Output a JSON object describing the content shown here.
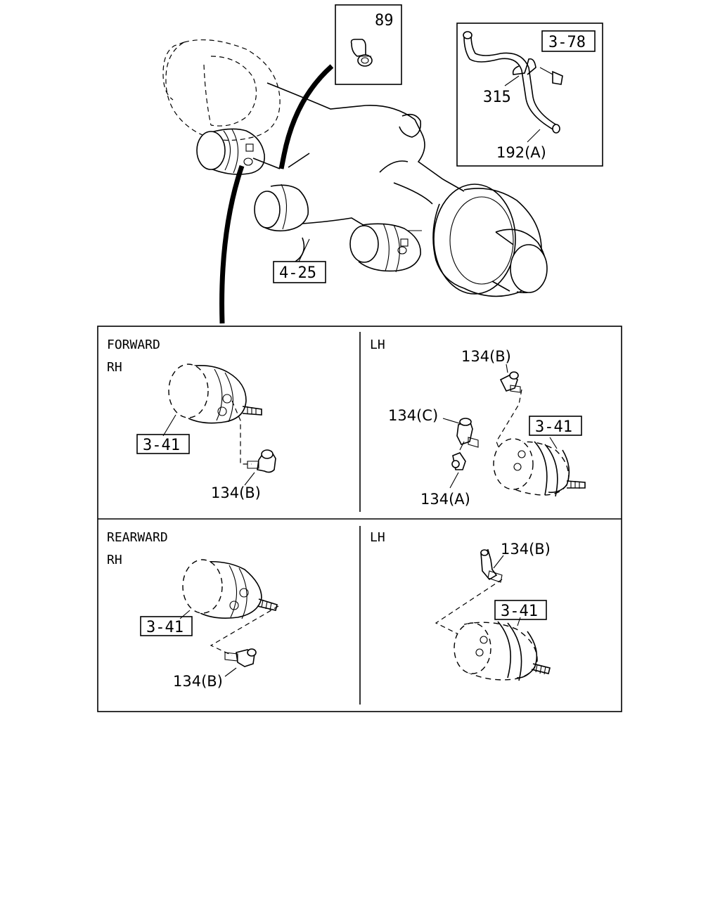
{
  "labels": {
    "top_axle": {
      "part_89": "89",
      "ref_3_78": "3-78",
      "part_315": "315",
      "part_192a": "192(A)",
      "ref_4_25": "4-25"
    },
    "forward_rh": {
      "heading": "FORWARD",
      "side": "RH",
      "ref": "3-41",
      "part": "134(B)"
    },
    "forward_lh": {
      "side": "LH",
      "part_b": "134(B)",
      "part_c": "134(C)",
      "part_a": "134(A)",
      "ref": "3-41"
    },
    "rearward_rh": {
      "heading": "REARWARD",
      "side": "RH",
      "ref": "3-41",
      "part": "134(B)"
    },
    "rearward_lh": {
      "side": "LH",
      "part": "134(B)",
      "ref": "3-41"
    }
  }
}
